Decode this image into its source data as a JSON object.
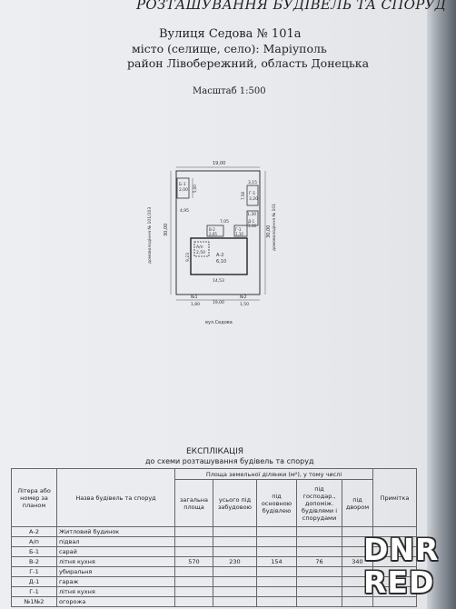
{
  "header": {
    "title": "РОЗТАШУВАННЯ БУДІВЕЛЬ ТА СПОРУД",
    "street": "Вулиця Седова № 101а",
    "city": "місто (селище, село):  Маріуполь",
    "region": "район Лівобережний, область Донецька",
    "scale": "Масштаб  1:500"
  },
  "plan": {
    "top_dim": "19,00",
    "right_dim": "30,00",
    "left_dim": "30,00",
    "bottom_dim": "19,00",
    "b1_letter": "Б-1",
    "b1_area": "2,00",
    "b1_side": "5,00",
    "g1_letter": "Г-1",
    "g1_area": "3,20",
    "g1_side": "3,15",
    "dim_758": "7,58",
    "dim_495": "4,95",
    "dim_705": "7,05",
    "dim_130": "1,30",
    "v2_letter": "В-2",
    "v2_area": "2,65",
    "d1_letter": "Д-1",
    "d1_area": "1,10",
    "g1b_letter": "Г-1",
    "g1b_area": "1,10",
    "an_letter": "А/п",
    "an_area": "2,50",
    "a2_letter": "А-2",
    "a2_area": "6,10",
    "inner_width": "14,53",
    "inner_height": "9,23",
    "n1_label": "№1",
    "n1_value": "1,80",
    "n2_label": "№2",
    "n2_value": "1,50",
    "left_neighbor": "домоволодіння № 101/103",
    "right_neighbor": "домоволодіння № 101",
    "street_label": "вул.Седова"
  },
  "explication": {
    "title": "ЕКСПЛІКАЦІЯ",
    "subtitle": "до схеми розташування будівель та споруд",
    "col_letter": "Літера або номер за планом",
    "col_name": "Назва будівель та споруд",
    "col_area_group": "Площа земельної ділянки (м²), у тому числі",
    "col_total": "загальна площа",
    "col_built": "усього під забудовою",
    "col_main": "під основною будівлею",
    "col_aux": "під господар., допоміж. будівлями і спорудами",
    "col_yard": "під двором",
    "col_note": "Примітка",
    "rows": [
      {
        "letter": "А-2",
        "name": "Житловий будинок",
        "total": "",
        "built": "",
        "main": "",
        "aux": "",
        "yard": ""
      },
      {
        "letter": "А/п",
        "name": "підвал",
        "total": "",
        "built": "",
        "main": "",
        "aux": "",
        "yard": ""
      },
      {
        "letter": "Б-1",
        "name": "сарай",
        "total": "",
        "built": "",
        "main": "",
        "aux": "",
        "yard": ""
      },
      {
        "letter": "В-2",
        "name": "літня кухня",
        "total": "570",
        "built": "230",
        "main": "154",
        "aux": "76",
        "yard": "340"
      },
      {
        "letter": "Г-1",
        "name": "убиральня",
        "total": "",
        "built": "",
        "main": "",
        "aux": "",
        "yard": ""
      },
      {
        "letter": "Д-1",
        "name": "гараж",
        "total": "",
        "built": "",
        "main": "",
        "aux": "",
        "yard": ""
      },
      {
        "letter": "Г-1",
        "name": "літня кухня",
        "total": "",
        "built": "",
        "main": "",
        "aux": "",
        "yard": ""
      },
      {
        "letter": "№1№2",
        "name": "огорожа",
        "total": "",
        "built": "",
        "main": "",
        "aux": "",
        "yard": ""
      }
    ]
  },
  "watermark": {
    "line1": "DNR",
    "line2": "RED"
  }
}
